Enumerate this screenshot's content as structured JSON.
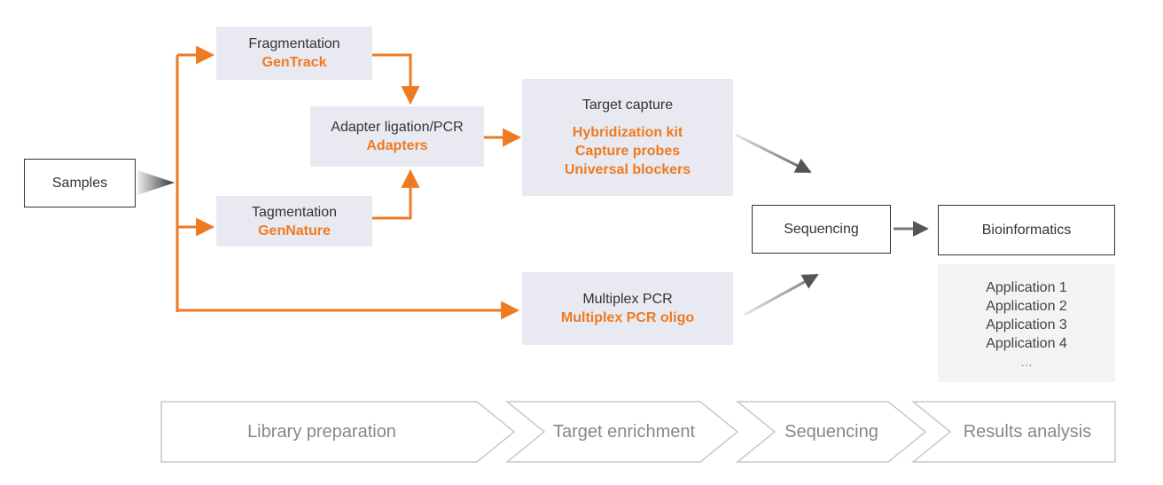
{
  "nodes": {
    "samples": {
      "label": "Samples"
    },
    "fragmentation": {
      "label": "Fragmentation",
      "product": "GenTrack"
    },
    "tagmentation": {
      "label": "Tagmentation",
      "product": "GenNature"
    },
    "adapter_ligation": {
      "label": "Adapter ligation/PCR",
      "product": "Adapters"
    },
    "target_capture": {
      "label": "Target capture",
      "products": [
        "Hybridization kit",
        "Capture probes",
        "Universal blockers"
      ]
    },
    "multiplex_pcr": {
      "label": "Multiplex PCR",
      "product": "Multiplex PCR oligo"
    },
    "sequencing": {
      "label": "Sequencing"
    },
    "bioinformatics": {
      "label": "Bioinformatics"
    },
    "applications": {
      "items": [
        "Application 1",
        "Application 2",
        "Application 3",
        "Application 4"
      ],
      "more": "…"
    }
  },
  "stages": [
    "Library preparation",
    "Target enrichment",
    "Sequencing",
    "Results analysis"
  ],
  "colors": {
    "accent": "#ee7a22",
    "dark_arrow": "#555555",
    "box_fill": "#e9eaf1",
    "stage_border": "#c8c8c8",
    "stage_text": "#888888"
  }
}
